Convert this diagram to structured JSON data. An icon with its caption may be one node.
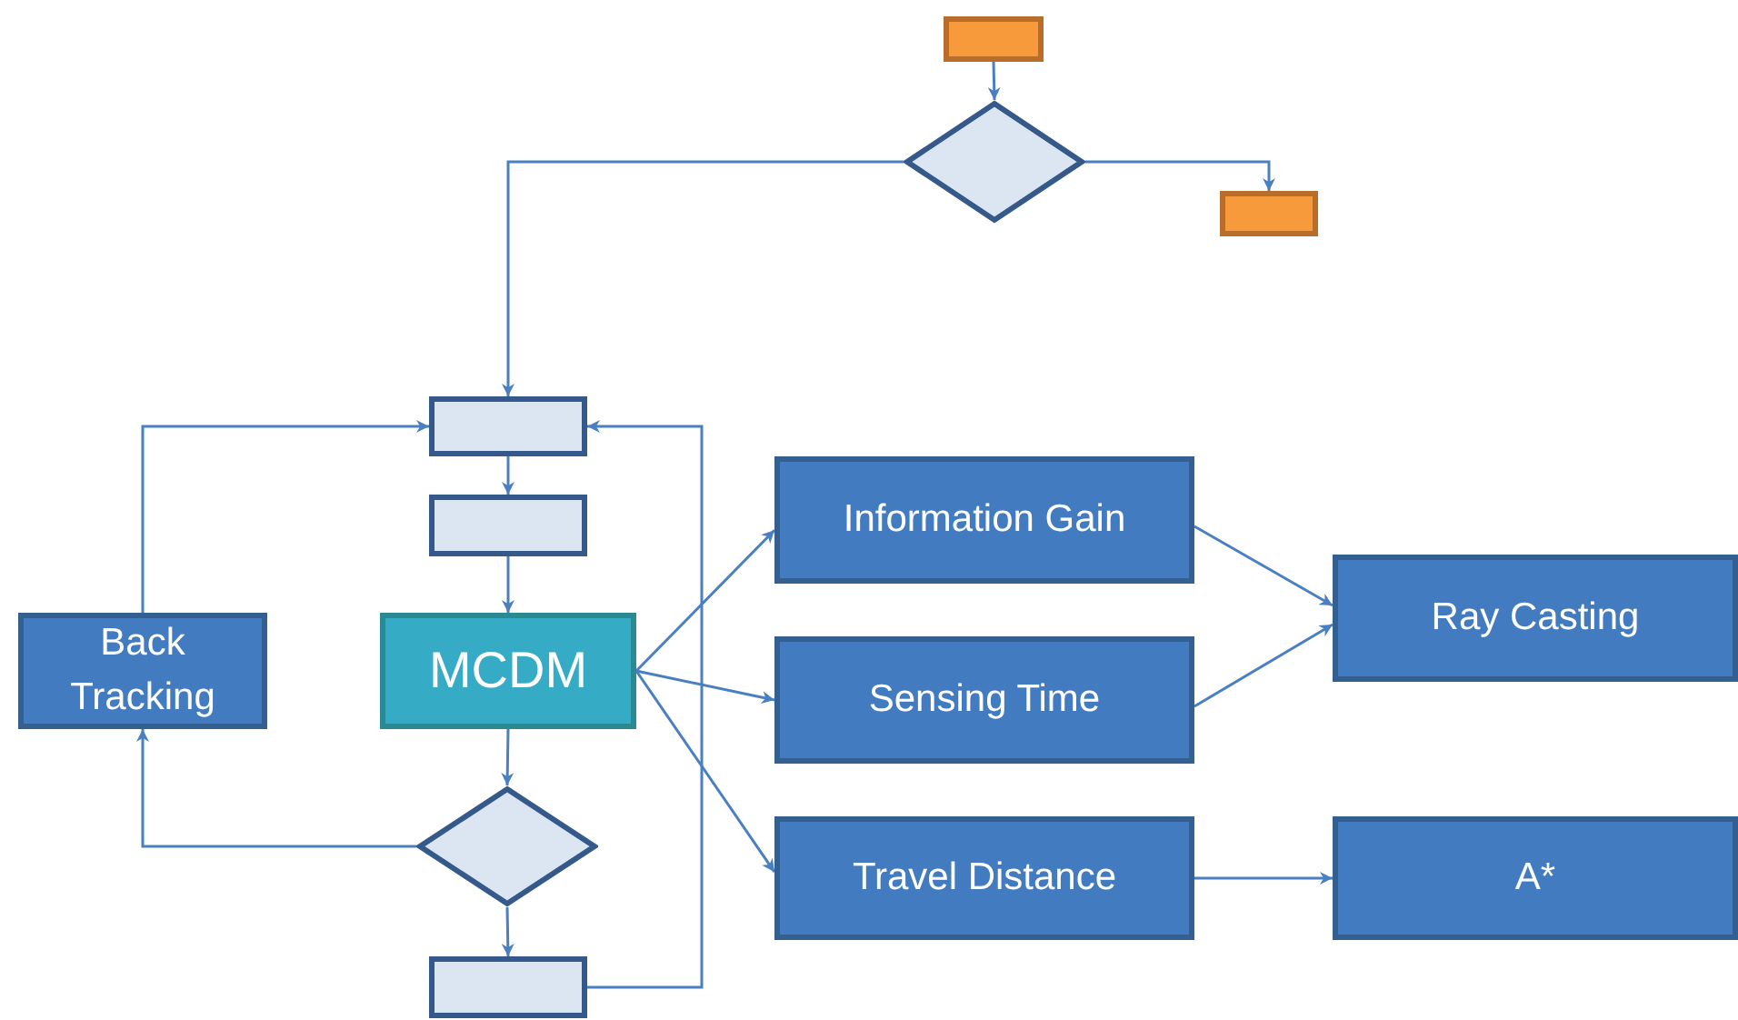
{
  "diagram": {
    "nodes": [
      {
        "text": [],
        "shape": "box"
      },
      {
        "text": [],
        "shape": "diamond"
      },
      {
        "text": [],
        "shape": "box"
      },
      {
        "text": [],
        "shape": "box"
      },
      {
        "text": [],
        "shape": "box"
      },
      {
        "text": [
          "Information Gain"
        ]
      },
      {
        "text": [
          "Back Tracking"
        ]
      },
      {
        "text": [
          "Ray Casting"
        ]
      },
      {
        "text": [
          "MCDM"
        ]
      },
      {
        "text": [
          "Sensing Time"
        ]
      },
      {
        "text": [],
        "shape": "diamond"
      },
      {
        "text": [
          "Travel Distance"
        ]
      },
      {
        "text": [
          "A*"
        ]
      },
      {
        "text": [],
        "shape": "box"
      }
    ],
    "edges": [
      {
        "from": 0,
        "to": 1,
        "arrow": "to"
      },
      {
        "from": 1,
        "to": 2,
        "arrow": "to"
      },
      {
        "from": 1,
        "to": 3,
        "arrow": "to"
      },
      {
        "from": 3,
        "to": 4,
        "arrow": "to"
      },
      {
        "from": 4,
        "to": 8,
        "arrow": "to"
      },
      {
        "from": 6,
        "to": 3,
        "arrow": "to"
      },
      {
        "from": 13,
        "to": 3,
        "arrow": "to"
      },
      {
        "from": 8,
        "to": 5,
        "arrow": "to"
      },
      {
        "from": 8,
        "to": 9,
        "arrow": "to"
      },
      {
        "from": 8,
        "to": 11,
        "arrow": "to"
      },
      {
        "from": 5,
        "to": 7,
        "arrow": "to"
      },
      {
        "from": 9,
        "to": 7,
        "arrow": "to"
      },
      {
        "from": 11,
        "to": 12,
        "arrow": "to"
      },
      {
        "from": 8,
        "to": 10,
        "arrow": "to"
      },
      {
        "from": 10,
        "to": 6,
        "arrow": "to"
      },
      {
        "from": 10,
        "to": 13,
        "arrow": "to"
      }
    ]
  }
}
